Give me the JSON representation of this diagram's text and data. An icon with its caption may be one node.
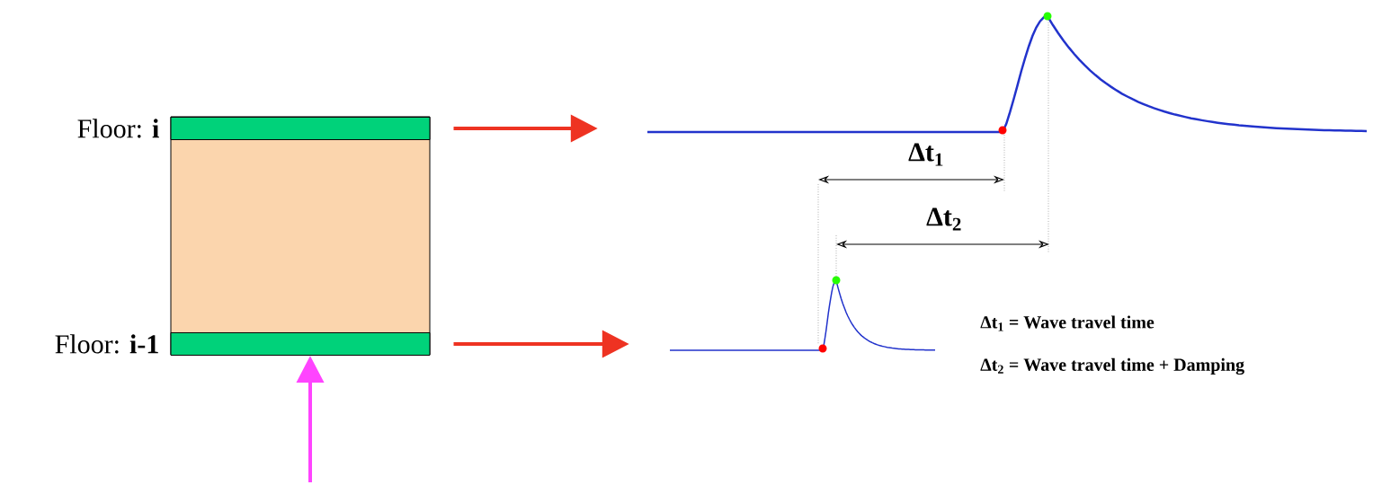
{
  "diagram": {
    "nodes": [
      {
        "text": [],
        "shape": "box"
      },
      {
        "text": [],
        "shape": "bar",
        "in": 0,
        "beside": [
          "Floor: **i**"
        ]
      },
      {
        "text": [],
        "shape": "bar",
        "in": 0,
        "beside": [
          "Floor: **i-1**"
        ]
      },
      {
        "text": [],
        "shape": "picture"
      },
      {
        "text": [],
        "shape": "picture"
      }
    ],
    "edges": [
      {
        "from": 1,
        "to": 3,
        "arrow": "to"
      },
      {
        "from": 2,
        "to": 4,
        "arrow": "to"
      },
      {
        "from": null,
        "to": 2,
        "arrow": "to",
        "color": "#ff44ff"
      }
    ],
    "labels": [
      "Δt$_{1}$",
      "Δt$_{2}$",
      "Δt$_{1}$ = Wave travel time",
      "Δt$_{2}$ = Wave travel time + Damping"
    ]
  }
}
